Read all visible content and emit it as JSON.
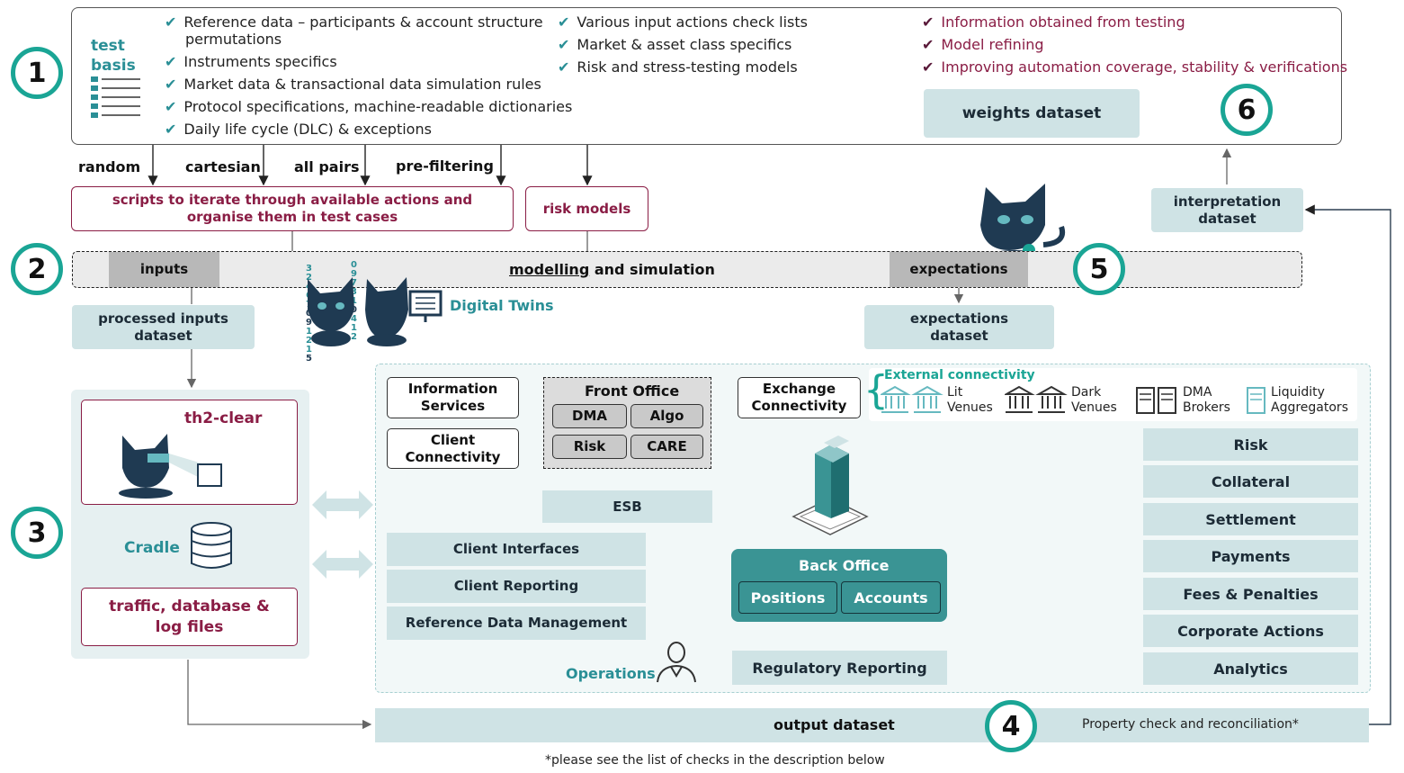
{
  "steps": [
    "1",
    "2",
    "3",
    "4",
    "5",
    "6"
  ],
  "test_basis": {
    "title_line1": "test",
    "title_line2": "basis",
    "col1": [
      "Reference data – participants & account structure",
      "permutations",
      "Instruments specifics",
      "Market data & transactional data simulation rules",
      "Protocol specifications, machine-readable dictionaries",
      "Daily life cycle (DLC) & exceptions"
    ],
    "col2": [
      "Various input actions check lists",
      "Market & asset class specifics",
      "Risk and stress-testing models"
    ],
    "col3": [
      "Information obtained from testing",
      "Model refining",
      "Improving automation coverage, stability & verifications"
    ],
    "weights": "weights dataset"
  },
  "combinators": [
    "random",
    "cartesian",
    "all pairs",
    "pre-filtering"
  ],
  "scripts_line1": "scripts to iterate through available actions and",
  "scripts_line2": "organise them in test cases",
  "risk_models": "risk models",
  "interpretation_line1": "interpretation",
  "interpretation_line2": "dataset",
  "modelling": {
    "inputs": "inputs",
    "underlined": "modelling",
    "rest": " and simulation",
    "expectations": "expectations"
  },
  "processed_line1": "processed inputs",
  "processed_line2": "dataset",
  "expectations_ds_line1": "expectations",
  "expectations_ds_line2": "dataset",
  "digital_twins": "Digital Twins",
  "twins_digits_left": [
    "3",
    "2",
    "4",
    "6",
    "7",
    "0",
    "9",
    "1",
    "2",
    "1",
    "5"
  ],
  "twins_digits_right": [
    "0",
    "9",
    "7",
    "3",
    "1",
    "0",
    "4",
    "1",
    "2"
  ],
  "th2": {
    "clear": "th2-clear",
    "cradle": "Cradle",
    "traffic_line1": "traffic, database &",
    "traffic_line2": "log files"
  },
  "system": {
    "info_line1": "Information",
    "info_line2": "Services",
    "client_line1": "Client",
    "client_line2": "Connectivity",
    "front_office": "Front Office",
    "fo_items": [
      "DMA",
      "Algo",
      "Risk",
      "CARE"
    ],
    "exchange_line1": "Exchange",
    "exchange_line2": "Connectivity",
    "external_title": "External connectivity",
    "venues": [
      {
        "line1": "Lit",
        "line2": "Venues"
      },
      {
        "line1": "Dark",
        "line2": "Venues"
      },
      {
        "line1": "DMA",
        "line2": "Brokers"
      },
      {
        "line1": "Liquidity",
        "line2": "Aggregators"
      }
    ],
    "esb": "ESB",
    "left_boxes": [
      "Client Interfaces",
      "Client Reporting",
      "Reference Data Management"
    ],
    "back_office": "Back Office",
    "bo_items": [
      "Positions",
      "Accounts"
    ],
    "regulatory": "Regulatory Reporting",
    "operations": "Operations",
    "right_boxes": [
      "Risk",
      "Collateral",
      "Settlement",
      "Payments",
      "Fees & Penalties",
      "Corporate Actions",
      "Analytics"
    ]
  },
  "output": {
    "label": "output dataset",
    "property": "Property check and reconciliation*"
  },
  "footnote": "*please see the list of checks in the description below",
  "colors": {
    "teal": "#1aa595",
    "maroon": "#8a1d45",
    "light": "#cfe3e5",
    "dark_teal": "#3a9494"
  },
  "icons": [
    "checkmark-icon",
    "list-icon",
    "cat-icon",
    "database-icon",
    "bank-icon",
    "server-icon",
    "building-icon",
    "person-icon",
    "double-arrow-icon"
  ]
}
